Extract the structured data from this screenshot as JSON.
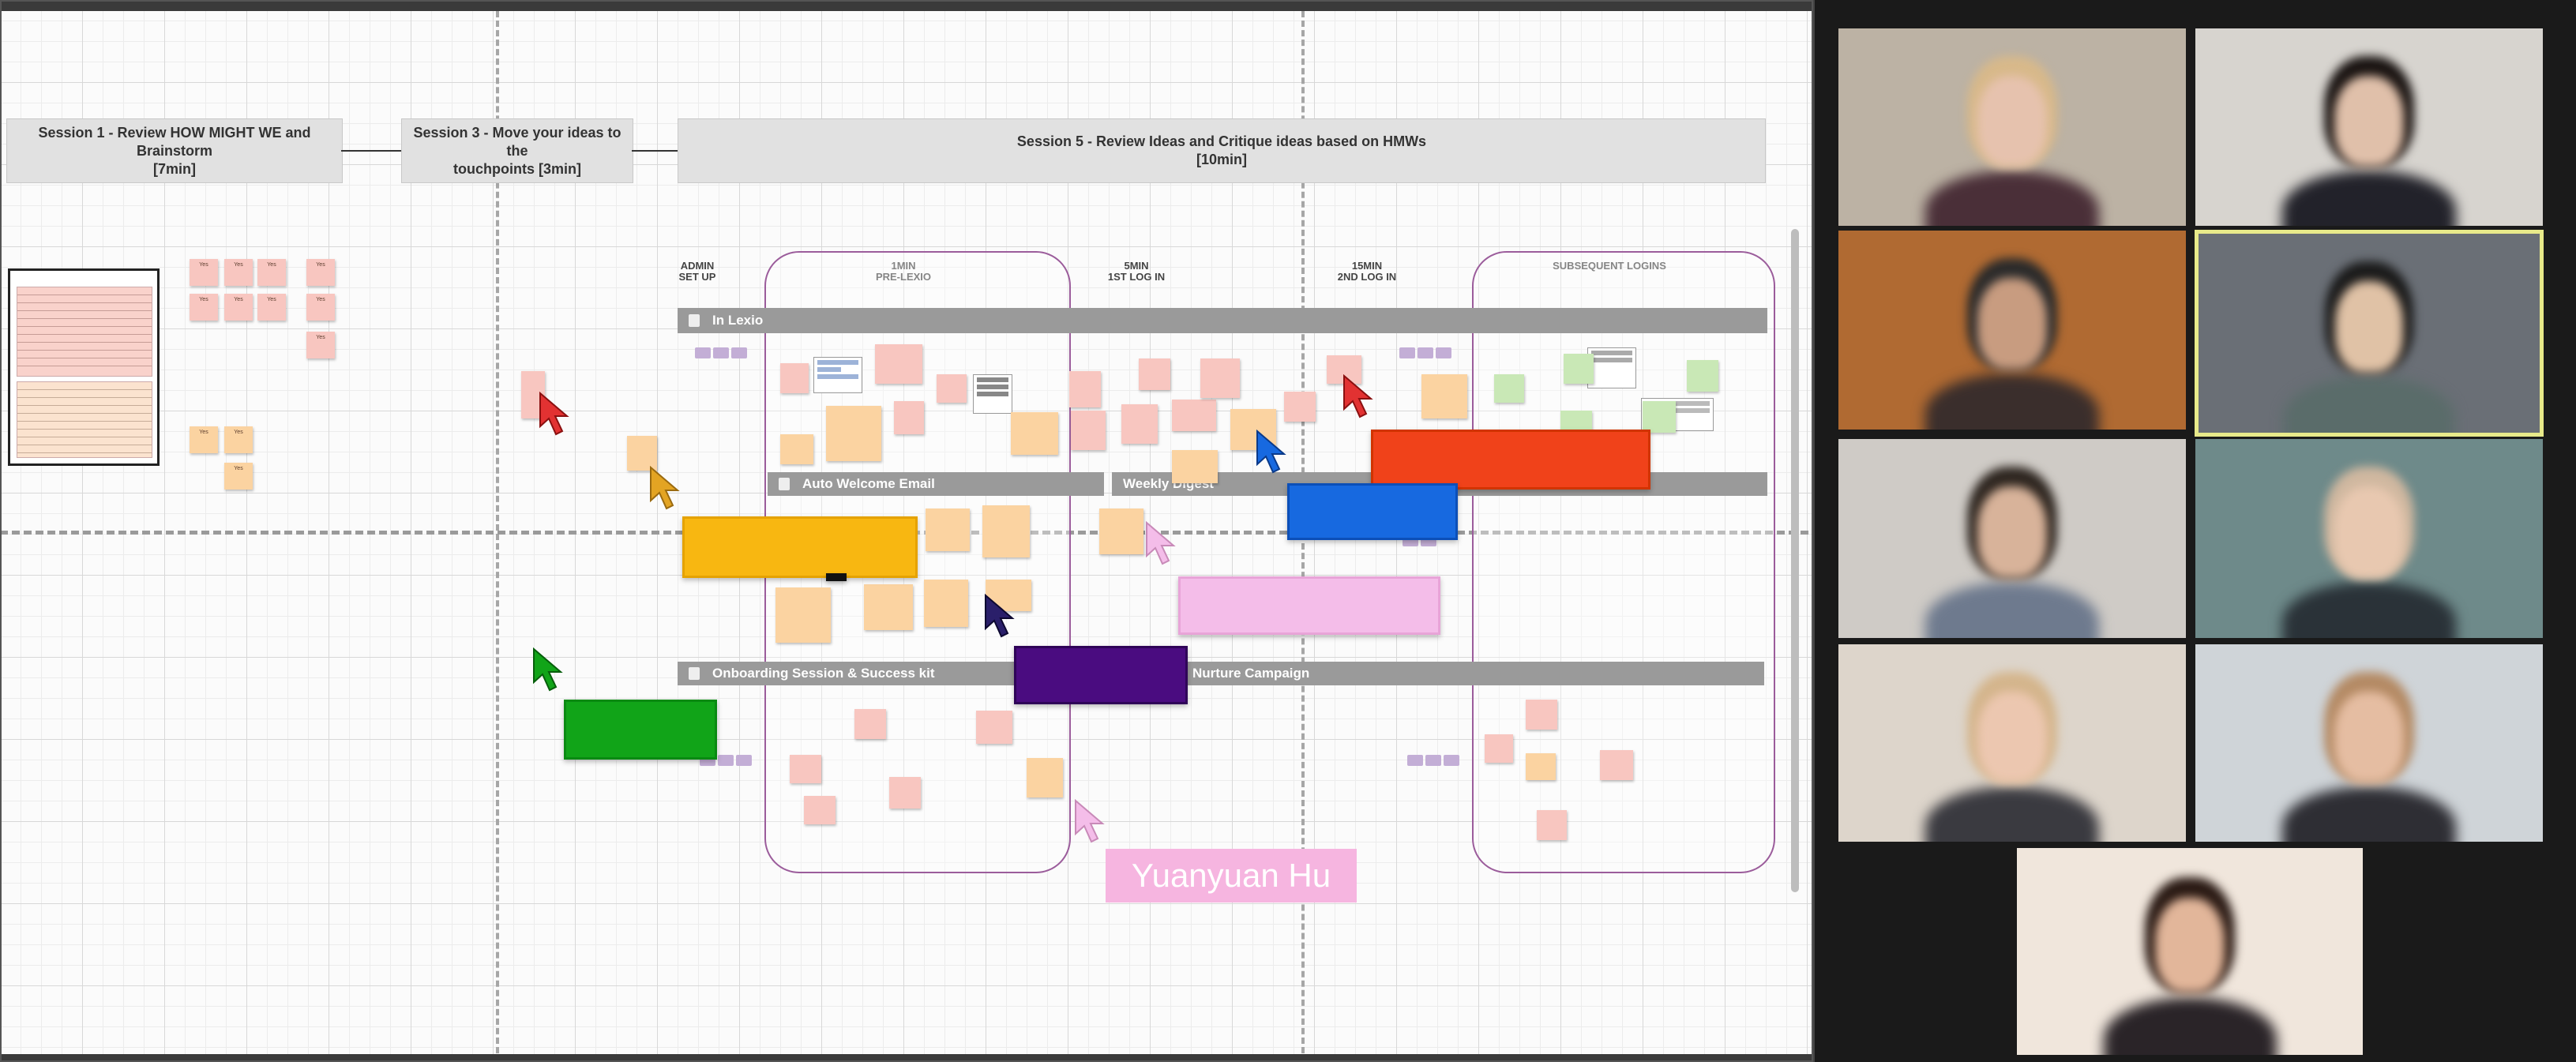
{
  "board": {
    "sessions": [
      {
        "line1": "Session 1 - Review HOW MIGHT WE and Brainstorm",
        "line2": "[7min]"
      },
      {
        "line1": "Session 3 - Move your ideas to the",
        "line2": "touchpoints [3min]"
      },
      {
        "line1": "Session 5 - Review Ideas and Critique ideas based on HMWs",
        "line2": "[10min]"
      }
    ],
    "stages": [
      {
        "line1": "ADMIN",
        "line2": "SET UP"
      },
      {
        "line1": "1MIN",
        "line2": "PRE-LEXIO"
      },
      {
        "line1": "5MIN",
        "line2": "1ST LOG IN"
      },
      {
        "line1": "15MIN",
        "line2": "2ND LOG IN"
      },
      {
        "line1": "SUBSEQUENT LOGINS",
        "line2": ""
      }
    ],
    "lanes": {
      "in_lexio": "In Lexio",
      "auto_welcome": "Auto Welcome Email",
      "weekly": "Weekly Digest",
      "onboarding": "Onboarding Session  & Success kit",
      "nurture": "Nurture Campaign"
    },
    "participant_label": "Yuanyuan Hu",
    "sticky_yes": "Yes",
    "colors": {
      "yellow": "#f8b711",
      "blue": "#1769e0",
      "orange": "#f0421a",
      "green": "#11a418",
      "purple": "#4a0c80",
      "pink": "#f4bde9",
      "red": "#e23232",
      "navy": "#2a1f6a",
      "mustard": "#e3a423"
    }
  },
  "video": {
    "tiles": [
      {
        "bg": "#bcb2a4",
        "skin": "#e6c2ae",
        "hair": "#d8b98a",
        "shirt": "#4a2f38"
      },
      {
        "bg": "#d7d4cf",
        "skin": "#e0c0aa",
        "hair": "#1a1412",
        "shirt": "#22222a"
      },
      {
        "bg": "#b06a32",
        "skin": "#c89c80",
        "hair": "#2b2b2b",
        "shirt": "#3a2e2c"
      },
      {
        "bg": "#6a6f76",
        "skin": "#e0c2a6",
        "hair": "#1b1b1b",
        "shirt": "#5a6c6a"
      },
      {
        "bg": "#cfcbc6",
        "skin": "#d8b39a",
        "hair": "#2e2620",
        "shirt": "#6e7a8e"
      },
      {
        "bg": "#6e8a8a",
        "skin": "#e8c8b0",
        "hair": "#d0b8a0",
        "shirt": "#2a3238"
      },
      {
        "bg": "#ddd5cb",
        "skin": "#ecc7b0",
        "hair": "#d4b58c",
        "shirt": "#3a3a40"
      },
      {
        "bg": "#cfd4d8",
        "skin": "#e5bda2",
        "hair": "#b48a64",
        "shirt": "#2e2e34"
      },
      {
        "bg": "#f0e6dc",
        "skin": "#e2b69a",
        "hair": "#2a1a14",
        "shirt": "#2a2428"
      }
    ]
  }
}
